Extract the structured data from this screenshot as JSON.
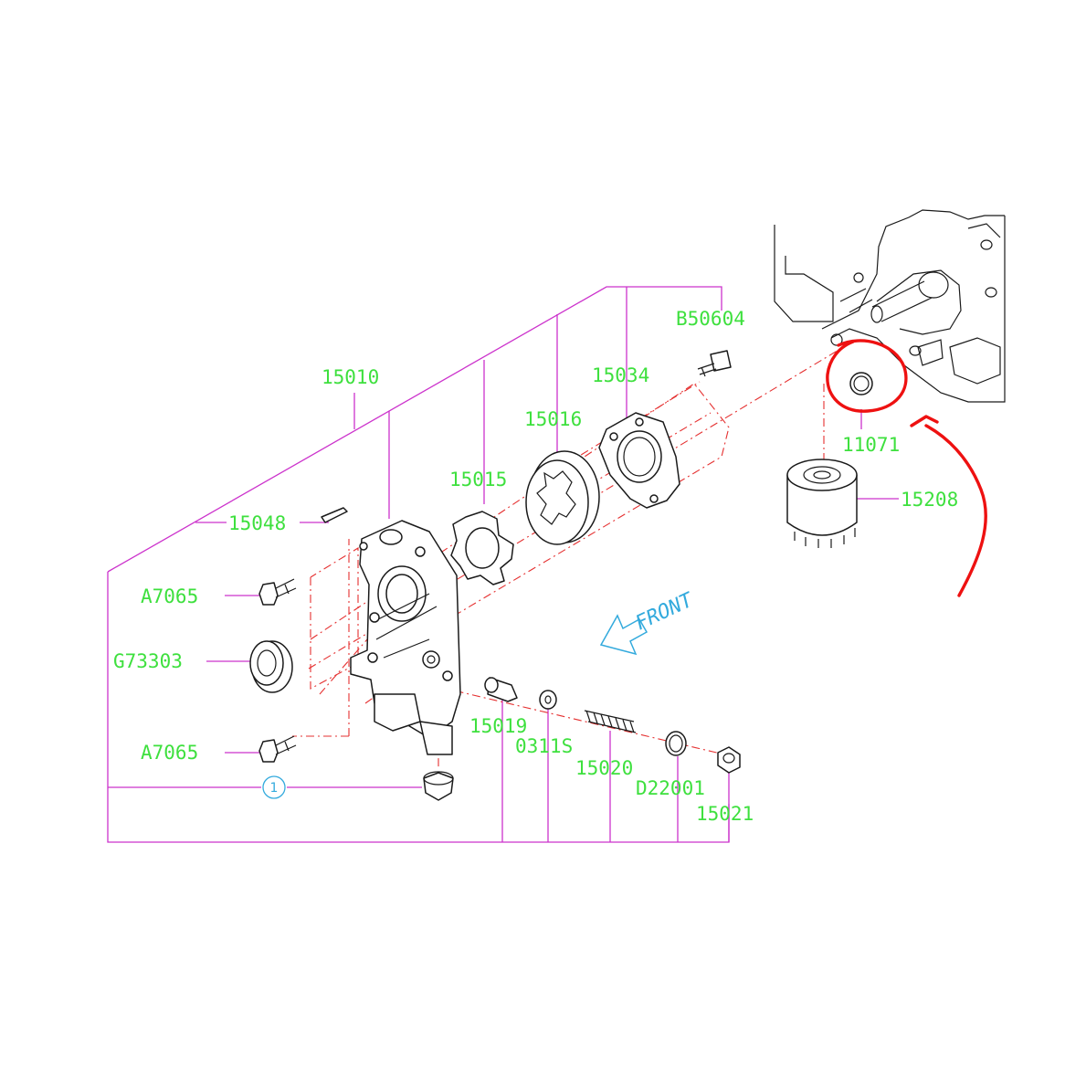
{
  "part_labels": {
    "p15010": "15010",
    "p15016": "15016",
    "p15034": "15034",
    "pB50604": "B50604",
    "p15015": "15015",
    "p15048": "15048",
    "pA7065_top": "A7065",
    "pG73303": "G73303",
    "pA7065_bottom": "A7065",
    "p15019": "15019",
    "p0311S": "0311S",
    "p15020": "15020",
    "pD22001": "D22001",
    "p15021": "15021",
    "p11071": "11071",
    "p15208": "15208"
  },
  "callout_number": "1",
  "direction_label": "FRONT",
  "colors": {
    "part_label": "#3ee03e",
    "leader_line": "#cc33cc",
    "assembly_axis": "#e53030",
    "front_arrow": "#33aadd",
    "hand_annotation": "#ee1111"
  }
}
